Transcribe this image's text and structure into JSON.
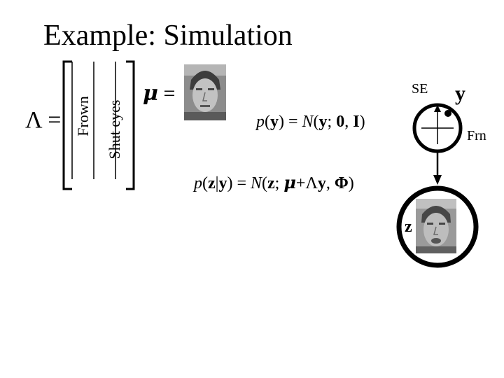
{
  "slide": {
    "title": "Example: Simulation",
    "lambda_eq": "Λ =",
    "lambda_columns": [
      "Frown",
      "Shut eyes"
    ],
    "mu_symbol": "μ",
    "mu_equals": " =",
    "eq_prior": {
      "p": "p",
      "y1": "y",
      "mid": ") = ",
      "N": "N",
      "y2": "y",
      "sep": "; ",
      "zero": "0",
      "comma": ", ",
      "I": "I",
      "close": ")"
    },
    "eq_likelihood": {
      "p": "p",
      "z1": "z",
      "bar": "|",
      "y1": "y",
      "mid": ") = ",
      "N": "N",
      "z2": "z",
      "sep": "; ",
      "mu": "μ",
      "plus": "+Λ",
      "y2": "y",
      "comma": ", ",
      "Phi": "Φ",
      "close": ")"
    },
    "node_y_label": "y",
    "node_z_label": "z",
    "axis_label_se": "SE",
    "axis_label_frn": "Frn"
  }
}
